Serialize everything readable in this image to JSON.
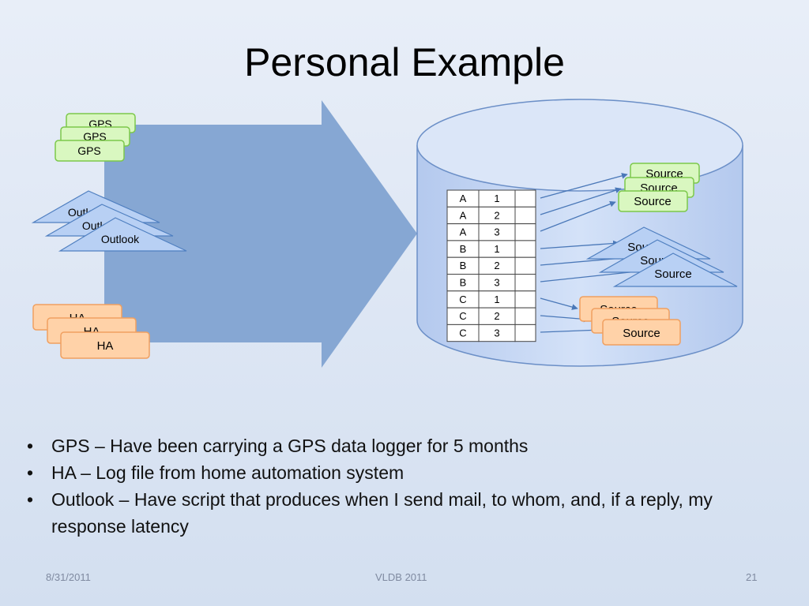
{
  "title": "Personal Example",
  "diagram": {
    "gps_label": "GPS",
    "outlook_label": "Outlook",
    "ha_label": "HA",
    "source_label": "Source",
    "table": {
      "rows": [
        {
          "key": "A",
          "num": "1"
        },
        {
          "key": "A",
          "num": "2"
        },
        {
          "key": "A",
          "num": "3"
        },
        {
          "key": "B",
          "num": "1"
        },
        {
          "key": "B",
          "num": "2"
        },
        {
          "key": "B",
          "num": "3"
        },
        {
          "key": "C",
          "num": "1"
        },
        {
          "key": "C",
          "num": "2"
        },
        {
          "key": "C",
          "num": "3"
        }
      ]
    }
  },
  "bullets": [
    "GPS – Have been carrying a GPS data logger for 5 months",
    "HA – Log file from home automation system",
    "Outlook – Have script that produces when I send mail, to whom, and, if a reply, my response latency"
  ],
  "bullet_glyph": "•",
  "footer": {
    "date": "8/31/2011",
    "center": "VLDB 2011",
    "page": "21"
  },
  "colors": {
    "gps_fill": "#d9f7c0",
    "gps_border": "#7cc84a",
    "outlook_fill": "#b8d0f4",
    "ha_fill": "#ffd2a8",
    "ha_border": "#f0a060",
    "arrow": "#86a7d3",
    "cylinder": "#c4d6f5"
  }
}
